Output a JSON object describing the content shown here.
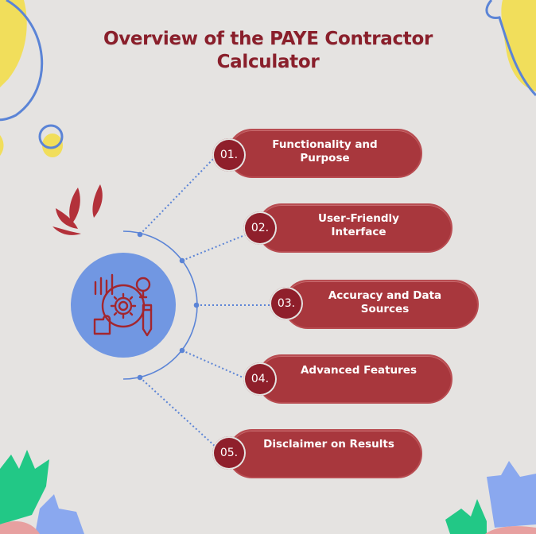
{
  "title": "Overview of the PAYE Contractor Calculator",
  "colors": {
    "background": "#e5e3e1",
    "title": "#8a1f2b",
    "pill": "#a8373d",
    "badge": "#8f1f2b",
    "connector": "#5b84d6",
    "hub": "#7197e2",
    "yellow": "#f1de5b",
    "green": "#22c886",
    "periwinkle": "#8aa8ef"
  },
  "hub_icon": "data-gear-puzzle-icon",
  "items": [
    {
      "number": "01.",
      "label": "Functionality and\nPurpose"
    },
    {
      "number": "02.",
      "label": "User-Friendly\nInterface"
    },
    {
      "number": "03.",
      "label": "Accuracy and Data\nSources"
    },
    {
      "number": "04.",
      "label": "Advanced Features"
    },
    {
      "number": "05.",
      "label": "Disclaimer on Results"
    }
  ]
}
